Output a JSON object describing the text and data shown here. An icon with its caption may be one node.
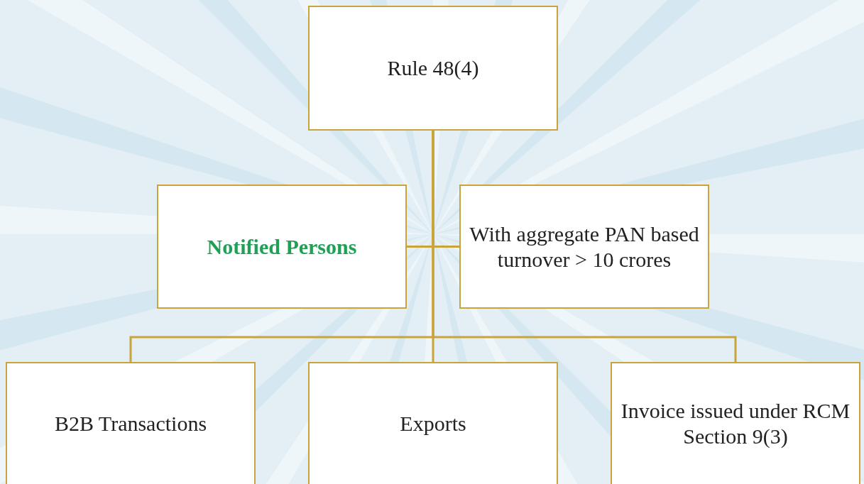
{
  "diagram": {
    "nodes": [
      {
        "text": [
          "Rule 48(4)"
        ]
      },
      {
        "text": [
          "Notified Persons"
        ]
      },
      {
        "text": [
          "With aggregate PAN based turnover > 10 crores"
        ]
      },
      {
        "text": [
          "B2B Transactions"
        ]
      },
      {
        "text": [
          "Exports"
        ]
      },
      {
        "text": [
          "Invoice issued under RCM Section 9(3)"
        ]
      }
    ],
    "edges": [
      {
        "from": 0,
        "to": 1,
        "arrow": "none"
      },
      {
        "from": 0,
        "to": 2,
        "arrow": "none"
      },
      {
        "from": 0,
        "to": 3,
        "arrow": "none"
      },
      {
        "from": 0,
        "to": 4,
        "arrow": "none"
      },
      {
        "from": 0,
        "to": 5,
        "arrow": "none"
      }
    ]
  }
}
